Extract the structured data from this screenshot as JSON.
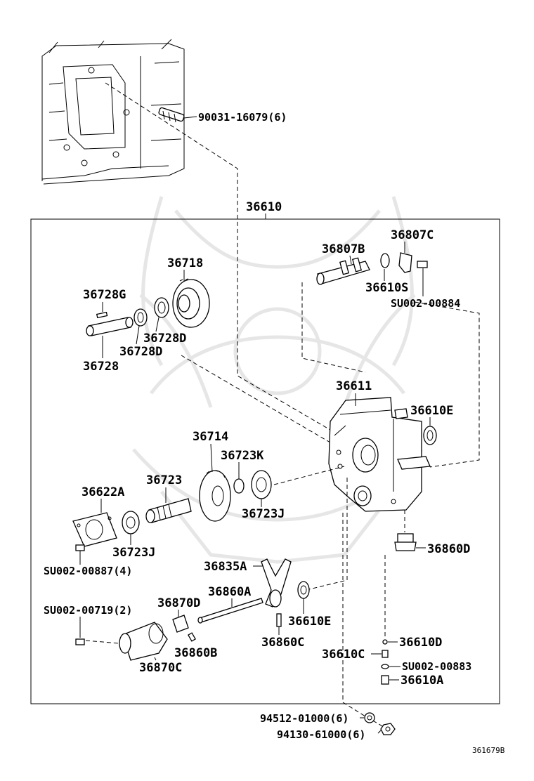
{
  "diagram": {
    "reference_code": "361679B",
    "labels": {
      "p90031": "90031-16079(6)",
      "p36610": "36610",
      "p36807B": "36807B",
      "p36807C": "36807C",
      "p36610S": "36610S",
      "pSU00884": "SU002-00884",
      "p36718": "36718",
      "p36728G": "36728G",
      "p36728D_a": "36728D",
      "p36728D_b": "36728D",
      "p36728": "36728",
      "p36611": "36611",
      "p36610E_a": "36610E",
      "p36714": "36714",
      "p36723K": "36723K",
      "p36723": "36723",
      "p36622A": "36622A",
      "p36723J_a": "36723J",
      "p36723J_b": "36723J",
      "pSU00887": "SU002-00887(4)",
      "p36860D": "36860D",
      "p36835A": "36835A",
      "p36860A": "36860A",
      "p36870D": "36870D",
      "pSU00719": "SU002-00719(2)",
      "p36610E_b": "36610E",
      "p36860C": "36860C",
      "p36860B": "36860B",
      "p36870C": "36870C",
      "p36610D": "36610D",
      "p36610C": "36610C",
      "pSU00883": "SU002-00883",
      "p36610A": "36610A",
      "p94512": "94512-01000(6)",
      "p94130": "94130-61000(6)"
    }
  }
}
